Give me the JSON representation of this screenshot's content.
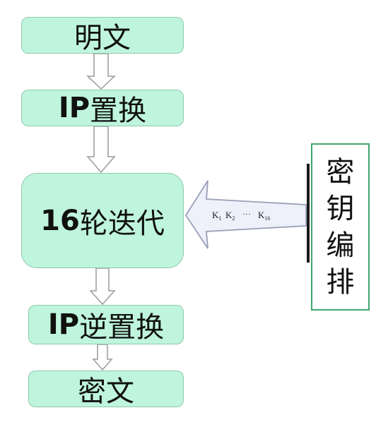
{
  "flow": {
    "plaintext": "明文",
    "ip": {
      "latin": "IP",
      "cjk": "置换"
    },
    "rounds": {
      "latin": "16",
      "cjk": "轮迭代"
    },
    "ip_inverse": {
      "latin": "IP",
      "cjk": "逆置换"
    },
    "ciphertext": "密文"
  },
  "key_schedule": {
    "chars": [
      "密",
      "钥",
      "编",
      "排"
    ]
  },
  "subkeys_label": {
    "k1": "1",
    "k2": "2",
    "k16": "16",
    "ellipsis": "···"
  },
  "colors": {
    "box_fill": "#bff5dd",
    "box_border": "#8fc9a8",
    "key_border": "#3fa56f",
    "arrow_fill": "#eef0fa"
  }
}
